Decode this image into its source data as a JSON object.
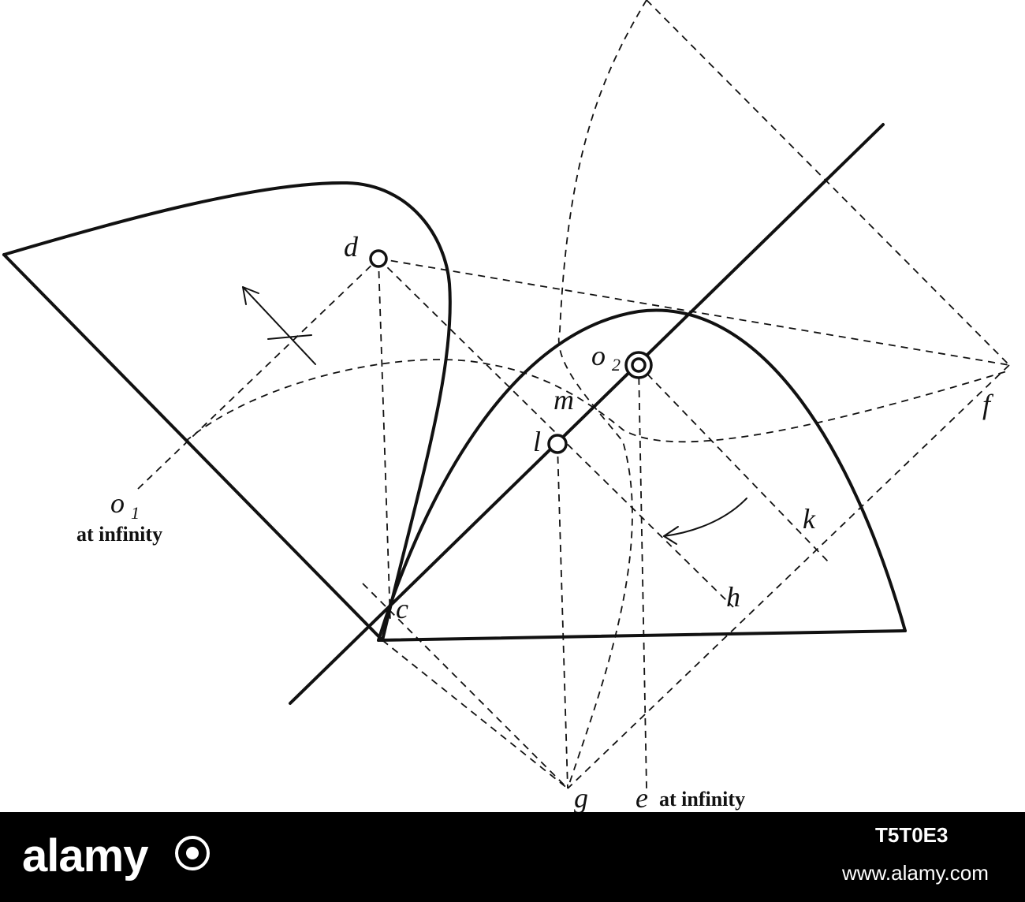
{
  "figure": {
    "points": {
      "d": "d",
      "o2": "o",
      "o2_sub": "2",
      "m": "m",
      "l": "l",
      "f": "f",
      "o1": "o",
      "o1_sub": "1",
      "k": "k",
      "c": "c",
      "h": "h",
      "g": "g",
      "e": "e"
    },
    "notes": {
      "o1_note": "at infinity",
      "e_note": "at infinity"
    }
  },
  "banner": {
    "brand": "alamy",
    "image_id": "T5T0E3",
    "site": "www.alamy.com"
  }
}
